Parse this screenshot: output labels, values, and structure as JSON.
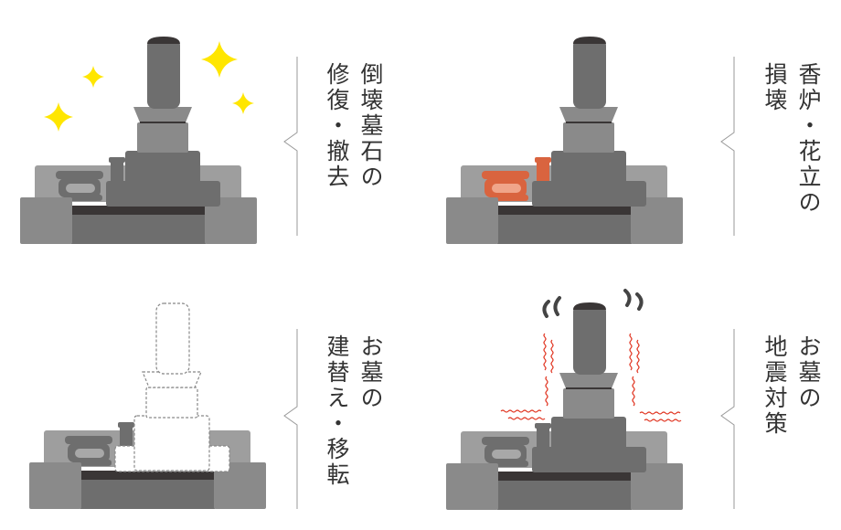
{
  "panels": [
    {
      "id": "repair",
      "lines": [
        "倒壊墓石の",
        "修復・撤去"
      ],
      "variant": "sparkle"
    },
    {
      "id": "damage",
      "lines": [
        "香炉・花立の",
        "損壊"
      ],
      "variant": "damaged"
    },
    {
      "id": "rebuild",
      "lines": [
        "お墓の",
        "建替え・移転"
      ],
      "variant": "dashed"
    },
    {
      "id": "quake",
      "lines": [
        "お墓の",
        "地震対策"
      ],
      "variant": "shake"
    }
  ],
  "colors": {
    "stone_dark": "#6e6e6e",
    "stone_mid": "#8a8a8a",
    "stone_light": "#9e9e9e",
    "strip": "#3a3636",
    "sparkle": "#ffe600",
    "damage": "#d9643f",
    "shake": "#e0321e",
    "text": "#333333"
  }
}
